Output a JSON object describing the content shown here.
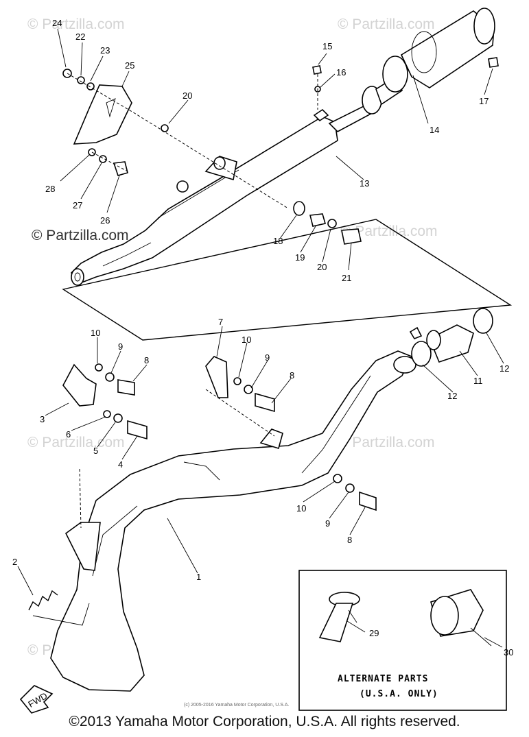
{
  "watermark": "© Partzilla.com",
  "small_copyright": "(c) 2005-2016 Yamaha Motor Corporation, U.S.A.",
  "footer": "©2013 Yamaha Motor Corporation, U.S.A. All rights reserved.",
  "alternate_parts": {
    "line1": "ALTERNATE PARTS",
    "line2": "(U.S.A. ONLY)"
  },
  "fwd_label": "FWD",
  "callouts": {
    "n1": "1",
    "n2": "2",
    "n3": "3",
    "n4": "4",
    "n5": "5",
    "n6": "6",
    "n7": "7",
    "n8a": "8",
    "n8b": "8",
    "n8c": "8",
    "n9a": "9",
    "n9b": "9",
    "n9c": "9",
    "n10a": "10",
    "n10b": "10",
    "n10c": "10",
    "n11": "11",
    "n12a": "12",
    "n12b": "12",
    "n13": "13",
    "n14": "14",
    "n15": "15",
    "n16": "16",
    "n17": "17",
    "n18": "18",
    "n19": "19",
    "n20a": "20",
    "n20b": "20",
    "n21": "21",
    "n22": "22",
    "n23": "23",
    "n24": "24",
    "n25": "25",
    "n26": "26",
    "n27": "27",
    "n28": "28",
    "n29": "29",
    "n30": "30"
  }
}
